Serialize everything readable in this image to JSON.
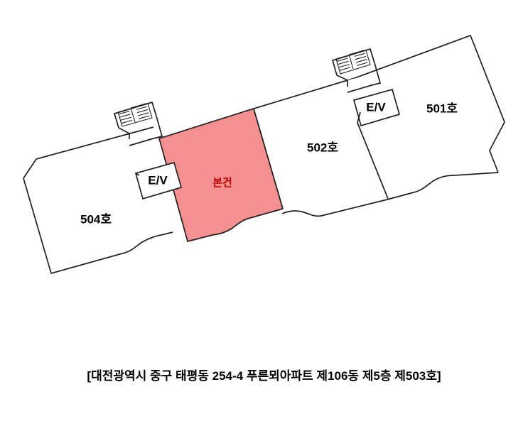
{
  "diagram": {
    "type": "floor-plan",
    "title_caption": "[대전광역시 중구 태평동 254-4 푸른뫼아파트 제106동 제5층 제503호]",
    "background_color": "#ffffff",
    "wall_color": "#231f20",
    "subject": {
      "label": "본건",
      "fill_color": "#F59090",
      "text_color": "#C00000",
      "stroke_color": "#231f20"
    },
    "units": [
      {
        "id": "unit-504",
        "label": "504호",
        "position": "left-end"
      },
      {
        "id": "unit-503",
        "label": "본건",
        "position": "left-center",
        "highlighted": true
      },
      {
        "id": "unit-502",
        "label": "502호",
        "position": "right-center"
      },
      {
        "id": "unit-501",
        "label": "501호",
        "position": "right-end"
      }
    ],
    "elevators": [
      {
        "id": "elevator-left",
        "label": "E/V"
      },
      {
        "id": "elevator-right",
        "label": "E/V"
      }
    ],
    "stairwells": [
      {
        "id": "stairwell-left",
        "icon": "stairs-icon"
      },
      {
        "id": "stairwell-right",
        "icon": "stairs-icon"
      }
    ]
  }
}
